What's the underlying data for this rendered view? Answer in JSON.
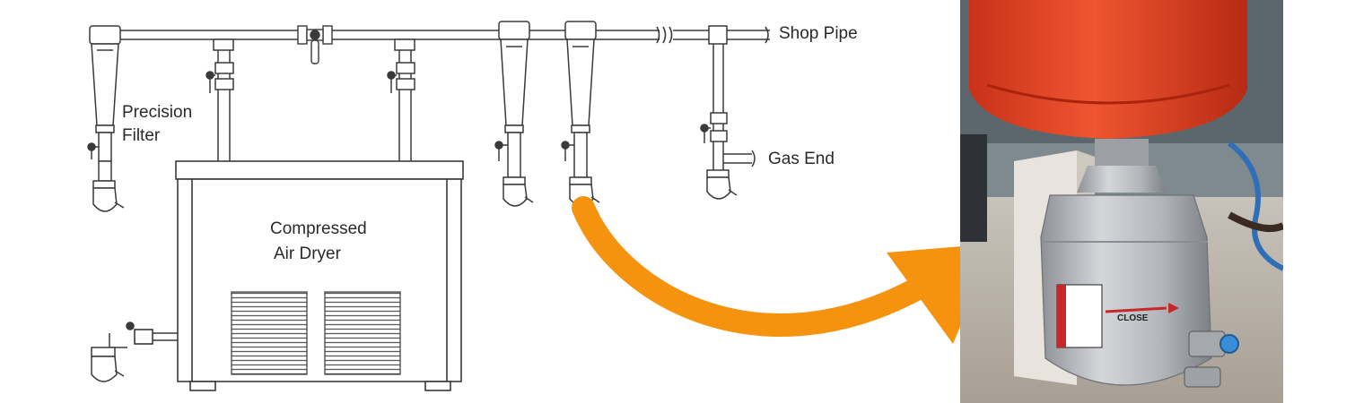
{
  "labels": {
    "shop_pipe": "Shop Pipe",
    "gas_end": "Gas End",
    "precision_filter": [
      "Precision",
      "Filter"
    ],
    "dryer": [
      "Compressed",
      "Air Dryer"
    ]
  },
  "photo": {
    "decal_text": "CLOSE"
  },
  "colors": {
    "line": "#3a3a3a",
    "arrow": "#f5930f",
    "tank_red": "#e2401f",
    "drain_gray": "#b7b9bd"
  },
  "icons": {
    "arrow": "curved-arrow",
    "drain": "auto-drain-valve"
  }
}
